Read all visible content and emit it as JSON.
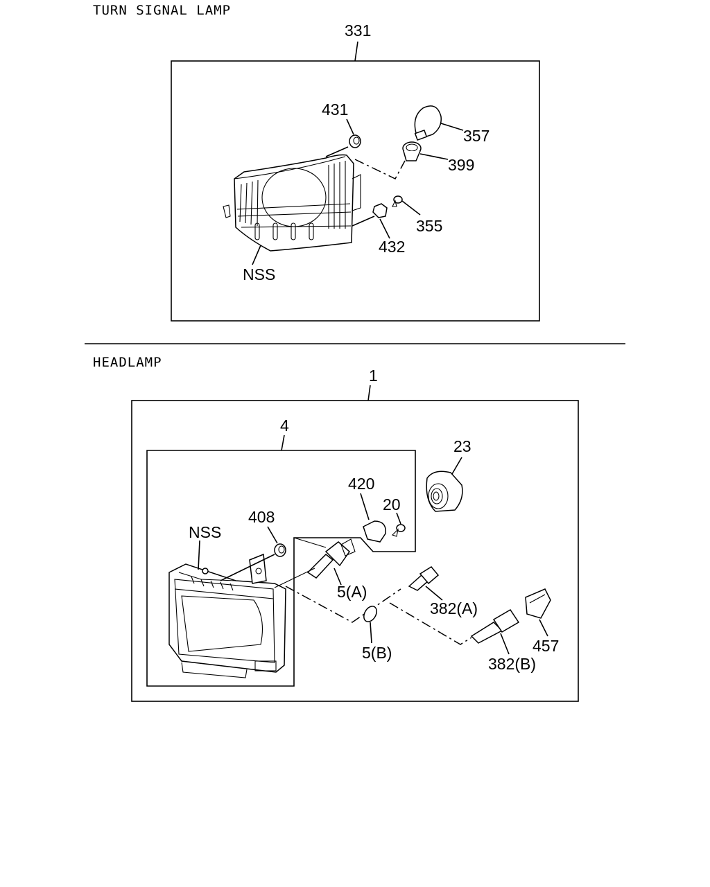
{
  "sections": {
    "turn_signal": {
      "title": "TURN SIGNAL LAMP",
      "labels": {
        "assembly": "331",
        "grommet": "431",
        "bulb": "357",
        "socket": "399",
        "screw": "355",
        "clip": "432",
        "nss": "NSS"
      }
    },
    "headlamp": {
      "title": "HEADLAMP",
      "labels": {
        "assembly": "1",
        "unit": "4",
        "cap": "23",
        "cover": "420",
        "screw": "20",
        "grommet": "408",
        "nss": "NSS",
        "bulb_a": "5(A)",
        "bulb_b": "5(B)",
        "socket_a": "382(A)",
        "socket_b": "382(B)",
        "connector": "457"
      }
    }
  }
}
